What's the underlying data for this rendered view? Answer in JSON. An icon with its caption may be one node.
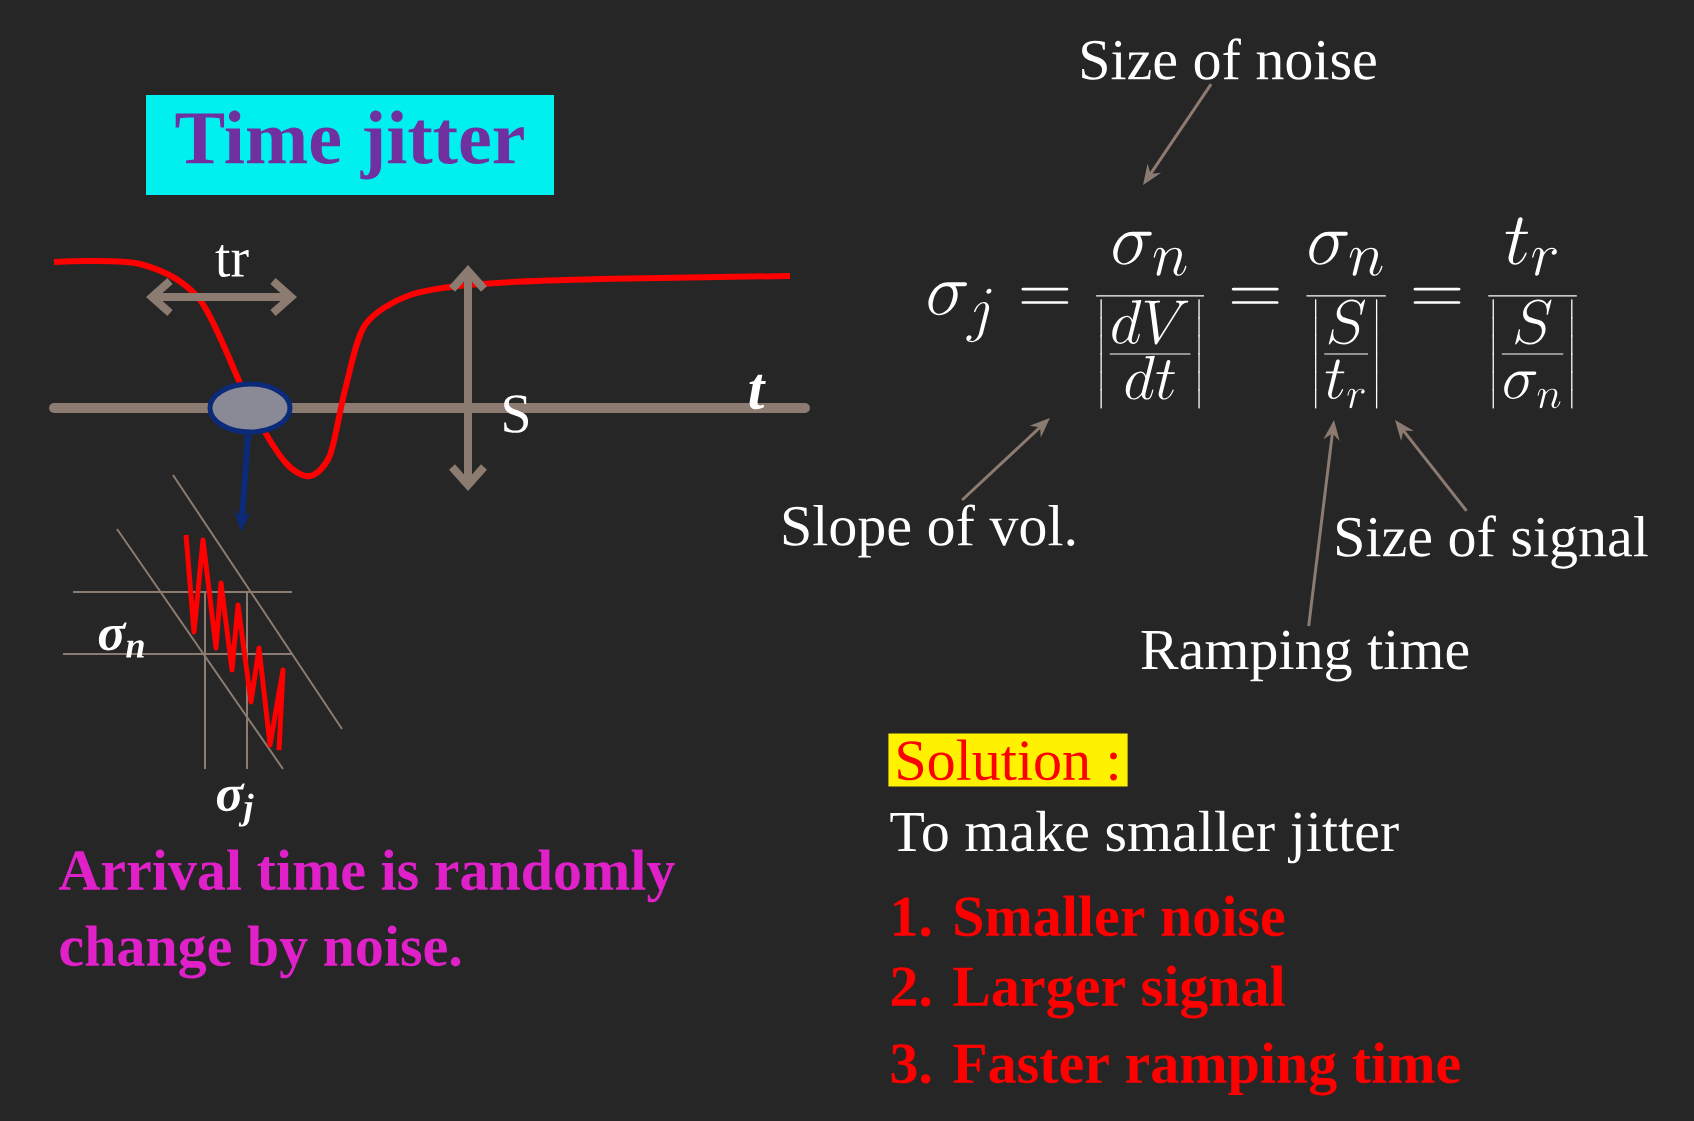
{
  "diagram": {
    "title": "Time jitter",
    "nodes": [
      {
        "text": [
          "Size of noise"
        ]
      },
      {
        "text": [
          "Slope of vol."
        ]
      },
      {
        "text": [
          "Size of signal"
        ]
      },
      {
        "text": [
          "Ramping time"
        ]
      },
      {
        "text": [],
        "shape": "circle"
      },
      {
        "text": [],
        "shape": "picture",
        "beside": [
          "σ$_{n}$",
          "σ$_{j}$"
        ]
      },
      {
        "text": [
          "\\sigma_j=\\frac{\\sigma_n}{\\left|\\frac{dV}{dt}\\right|}=\\frac{\\sigma_n}{\\left|\\frac{S}{t_r}\\right|}=\\frac{t_r}{\\left|\\frac{S}{\\sigma_n}\\right|}"
        ]
      }
    ],
    "edges": [
      {
        "from": 0,
        "to": 6,
        "arrow": "to"
      },
      {
        "from": 1,
        "to": 6,
        "arrow": "to"
      },
      {
        "from": 2,
        "to": 6,
        "arrow": "to"
      },
      {
        "from": 3,
        "to": 6,
        "arrow": "to"
      },
      {
        "from": 4,
        "to": 5,
        "arrow": "to",
        "style": "thick",
        "color": "#0b2a7a"
      }
    ],
    "labels": [
      "tr",
      "S",
      "t",
      "Arrival time is randomly change by noise.",
      "Solution :",
      "To make smaller jitter",
      "1. Smaller noise",
      "2. Larger signal",
      "3. Faster ramping time"
    ]
  }
}
